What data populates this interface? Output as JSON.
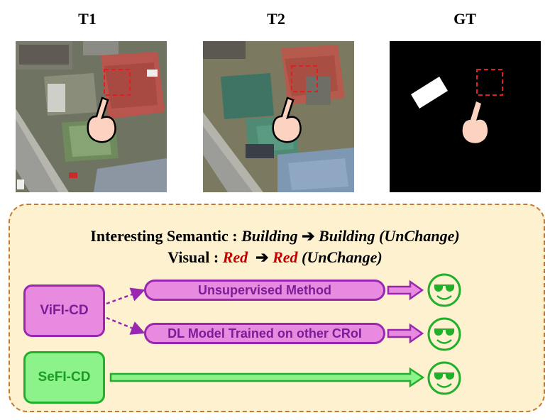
{
  "titles": {
    "t1": "T1",
    "t2": "T2",
    "gt": "GT"
  },
  "semantic_line": {
    "prefix": "Interesting Semantic : ",
    "from": "Building",
    "arrow": "➔",
    "to": "Building (UnChange)"
  },
  "visual_line": {
    "prefix": "Visual : ",
    "from": "Red",
    "arrow": "➔",
    "to_color": "Red",
    "to_suffix": " (UnChange)"
  },
  "methods": {
    "vifi": "ViFI-CD",
    "sefi": "SeFI-CD",
    "unsupervised": "Unsupervised Method",
    "dl_model": "DL Model Trained on other CRoI"
  },
  "colors": {
    "purple_fill": "#e88ae0",
    "purple_stroke": "#9a27b0",
    "green_fill": "#8bf38a",
    "green_stroke": "#22b02c",
    "highlight_red": "#c00000",
    "box_fill": "#fdf1cf",
    "box_border": "#c47a32"
  },
  "icons": [
    "pointing-hand-icon",
    "smiley-sunglasses-icon"
  ]
}
